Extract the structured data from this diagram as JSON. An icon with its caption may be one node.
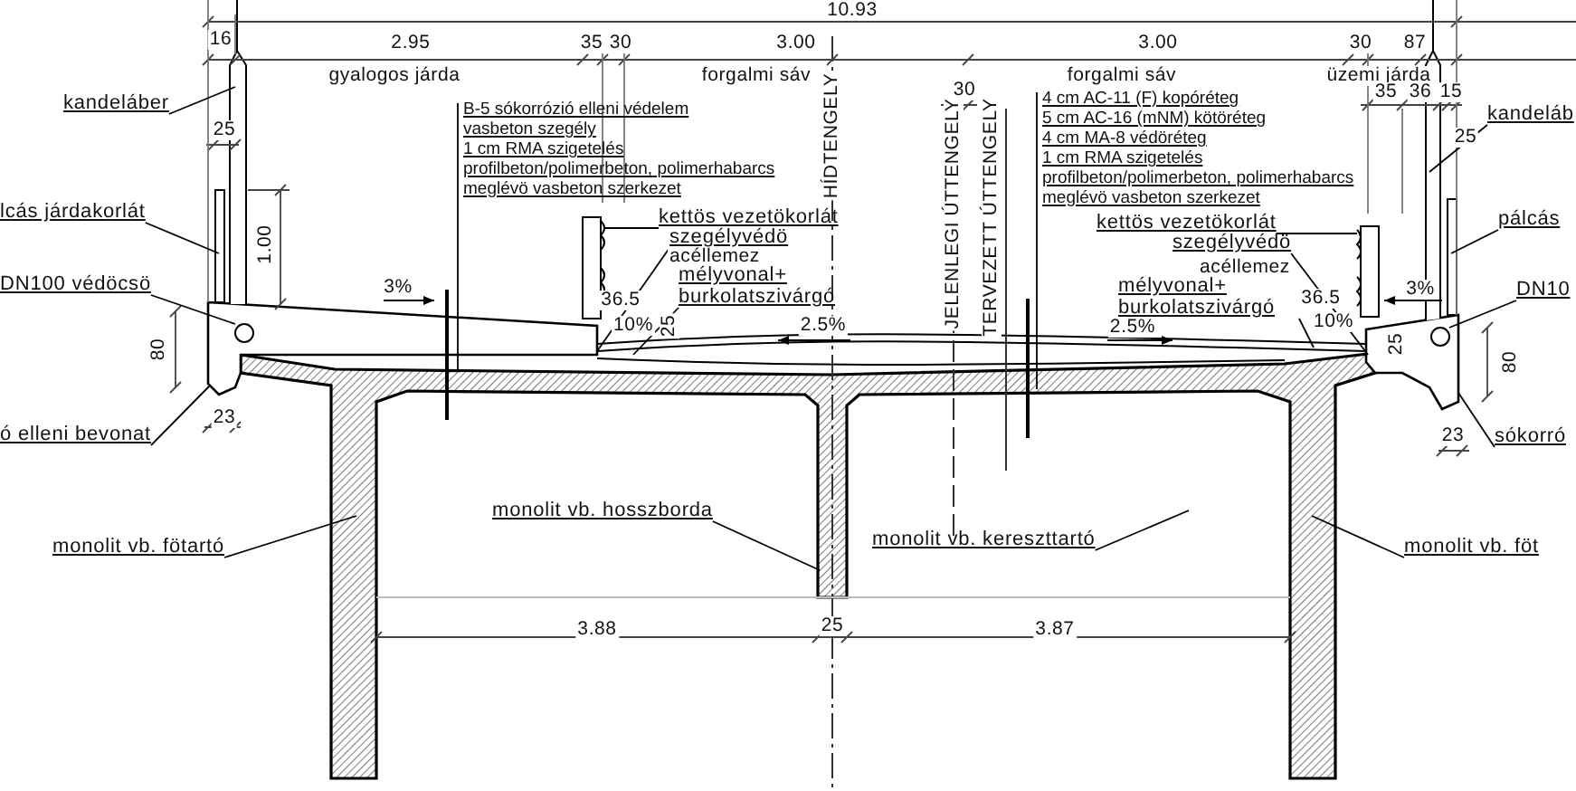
{
  "diagram": {
    "nodes": [
      {
        "text": [
          "kandeláber"
        ]
      },
      {
        "text": [
          "lcás járdakorlát"
        ]
      },
      {
        "text": [
          "DN100 védöcsö"
        ]
      },
      {
        "text": [
          "ó elleni bevonat"
        ]
      },
      {
        "text": [
          "B-5 sókorrózió elleni védelem",
          "vasbeton szegély",
          "1 cm RMA szigetelés",
          "profilbeton/polimerbeton, polimerhabarcs",
          "meglévö vasbeton szerkezet"
        ]
      },
      {
        "text": [
          "kettös vezetökorlát"
        ]
      },
      {
        "text": [
          "szegélyvédö"
        ]
      },
      {
        "text": [
          "mélyvonal+ burkolatszivárgó"
        ]
      },
      {
        "text": [
          "4 cm AC-11 (F) kopóréteg",
          "5 cm AC-16 (mNM) kötöréteg",
          "4 cm MA-8 védöréteg",
          "1 cm RMA szigetelés",
          "profilbeton/polimerbeton, polimerhabarcs",
          "meglévö vasbeton szerkezet"
        ]
      },
      {
        "text": [
          "kettös vezetökorlát"
        ]
      },
      {
        "text": [
          "szegélyvédö"
        ]
      },
      {
        "text": [
          "mélyvonal+ burkolatszivárgó"
        ]
      },
      {
        "text": [
          "kandeláb"
        ]
      },
      {
        "text": [
          "pálcás"
        ]
      },
      {
        "text": [
          "DN10"
        ]
      },
      {
        "text": [
          "sókorró"
        ]
      },
      {
        "text": [
          "monolit vb. fötartó"
        ]
      },
      {
        "text": [
          "monolit vb. hosszborda"
        ]
      },
      {
        "text": [
          "monolit vb. kereszttartó"
        ]
      },
      {
        "text": [
          "monolit vb. föt"
        ]
      },
      {
        "text": [],
        "shape": "circle"
      },
      {
        "text": [],
        "shape": "bar"
      },
      {
        "text": [],
        "shape": "bar"
      },
      {
        "text": [],
        "shape": "circle"
      }
    ],
    "edges": [
      {
        "from": 0,
        "to": null,
        "arrow": "none"
      },
      {
        "from": 1,
        "to": null,
        "arrow": "none"
      },
      {
        "from": 2,
        "to": 20,
        "arrow": "none"
      },
      {
        "from": 3,
        "to": null,
        "arrow": "none"
      },
      {
        "from": 4,
        "to": null,
        "arrow": "none"
      },
      {
        "from": 5,
        "to": 21,
        "arrow": "none"
      },
      {
        "from": 6,
        "to": null,
        "arrow": "none"
      },
      {
        "from": 7,
        "to": null,
        "arrow": "none"
      },
      {
        "from": 8,
        "to": null,
        "arrow": "none"
      },
      {
        "from": 9,
        "to": 22,
        "arrow": "none"
      },
      {
        "from": 10,
        "to": null,
        "arrow": "none"
      },
      {
        "from": 11,
        "to": null,
        "arrow": "none"
      },
      {
        "from": 12,
        "to": null,
        "arrow": "none"
      },
      {
        "from": 13,
        "to": null,
        "arrow": "none"
      },
      {
        "from": 14,
        "to": 23,
        "arrow": "none"
      },
      {
        "from": 15,
        "to": null,
        "arrow": "none"
      },
      {
        "from": 16,
        "to": null,
        "arrow": "none"
      },
      {
        "from": 17,
        "to": null,
        "arrow": "none"
      },
      {
        "from": 18,
        "to": null,
        "arrow": "none"
      },
      {
        "from": 19,
        "to": null,
        "arrow": "none"
      }
    ],
    "labels": [
      "10.93",
      "16",
      "2.95",
      "gyalogos járda",
      "35",
      "30",
      "3.00",
      "forgalmi sáv",
      "HÍDTENGELY",
      "30",
      "JELENLEGI ÚTTENGELY",
      "TERVEZETT ÚTTENGELY",
      "3.00",
      "forgalmi sáv",
      "30",
      "87",
      "üzemi járda",
      "35",
      "36",
      "15",
      "25",
      "25",
      "1.00",
      "3%",
      "acéllemez",
      "36.5",
      "10%",
      "25",
      "2.5%",
      "3%",
      "acéllemez",
      "36.5",
      "10%",
      "25",
      "2.5%",
      "80",
      "80",
      "23",
      "23",
      "3.88",
      "25",
      "3.87"
    ]
  }
}
